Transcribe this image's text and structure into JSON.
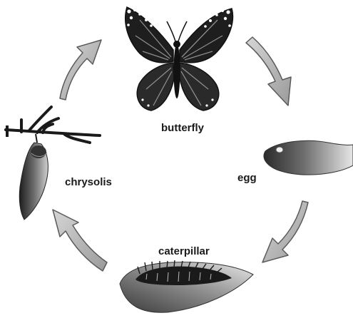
{
  "diagram": {
    "stages": [
      {
        "id": "butterfly",
        "label": "butterfly"
      },
      {
        "id": "egg",
        "label": "egg"
      },
      {
        "id": "caterpillar",
        "label": "caterpillar"
      },
      {
        "id": "chrysolis",
        "label": "chrysolis"
      }
    ],
    "cycle_order": [
      "butterfly",
      "egg",
      "caterpillar",
      "chrysolis"
    ]
  },
  "colors": {
    "arrow_fill": "#b4b4b4",
    "arrow_stroke": "#5a5a5a",
    "illustration_dark": "#1e1e1e",
    "illustration_mid": "#7a7a7a",
    "illustration_light": "#d8d8d8",
    "butterfly_spots": "#ffffff"
  },
  "icons": {
    "butterfly": "butterfly-illustration",
    "egg": "egg-leaf-illustration",
    "caterpillar": "caterpillar-leaf-illustration",
    "chrysolis": "chrysalis-branch-illustration",
    "arrow": "cycle-arrow"
  }
}
